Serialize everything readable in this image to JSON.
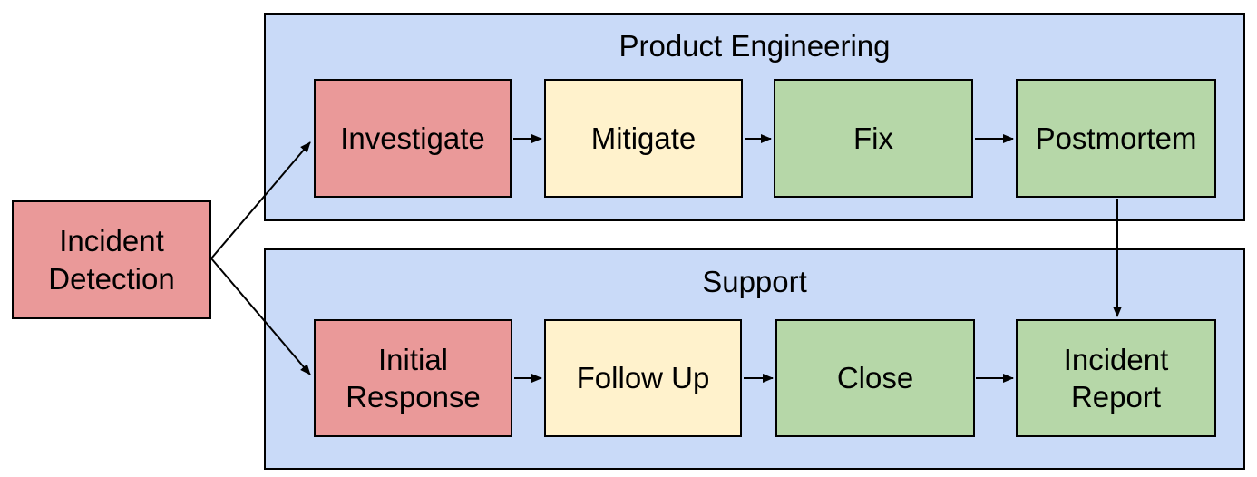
{
  "diagram": {
    "type": "flowchart",
    "source_node": {
      "id": "incident-detection",
      "label": "Incident Detection",
      "fill": "#ea9999"
    },
    "lanes": [
      {
        "title": "Product Engineering",
        "fill": "#c9daf8",
        "nodes": [
          {
            "id": "investigate",
            "label": "Investigate",
            "fill": "#ea9999"
          },
          {
            "id": "mitigate",
            "label": "Mitigate",
            "fill": "#fff2cc"
          },
          {
            "id": "fix",
            "label": "Fix",
            "fill": "#b6d7a8"
          },
          {
            "id": "postmortem",
            "label": "Postmortem",
            "fill": "#b6d7a8"
          }
        ]
      },
      {
        "title": "Support",
        "fill": "#c9daf8",
        "nodes": [
          {
            "id": "initial-response",
            "label": "Initial Response",
            "fill": "#ea9999"
          },
          {
            "id": "follow-up",
            "label": "Follow Up",
            "fill": "#fff2cc"
          },
          {
            "id": "close",
            "label": "Close",
            "fill": "#b6d7a8"
          },
          {
            "id": "incident-report",
            "label": "Incident Report",
            "fill": "#b6d7a8"
          }
        ]
      }
    ],
    "edges": [
      {
        "from": "incident-detection",
        "to": "investigate"
      },
      {
        "from": "incident-detection",
        "to": "initial-response"
      },
      {
        "from": "investigate",
        "to": "mitigate"
      },
      {
        "from": "mitigate",
        "to": "fix"
      },
      {
        "from": "fix",
        "to": "postmortem"
      },
      {
        "from": "postmortem",
        "to": "incident-report"
      },
      {
        "from": "initial-response",
        "to": "follow-up"
      },
      {
        "from": "follow-up",
        "to": "close"
      },
      {
        "from": "close",
        "to": "incident-report"
      }
    ],
    "palette": {
      "node_red": "#ea9999",
      "node_yellow": "#fff2cc",
      "node_green": "#b6d7a8",
      "lane_blue": "#c9daf8",
      "border": "#000000",
      "arrow": "#000000",
      "background": "#ffffff"
    }
  }
}
